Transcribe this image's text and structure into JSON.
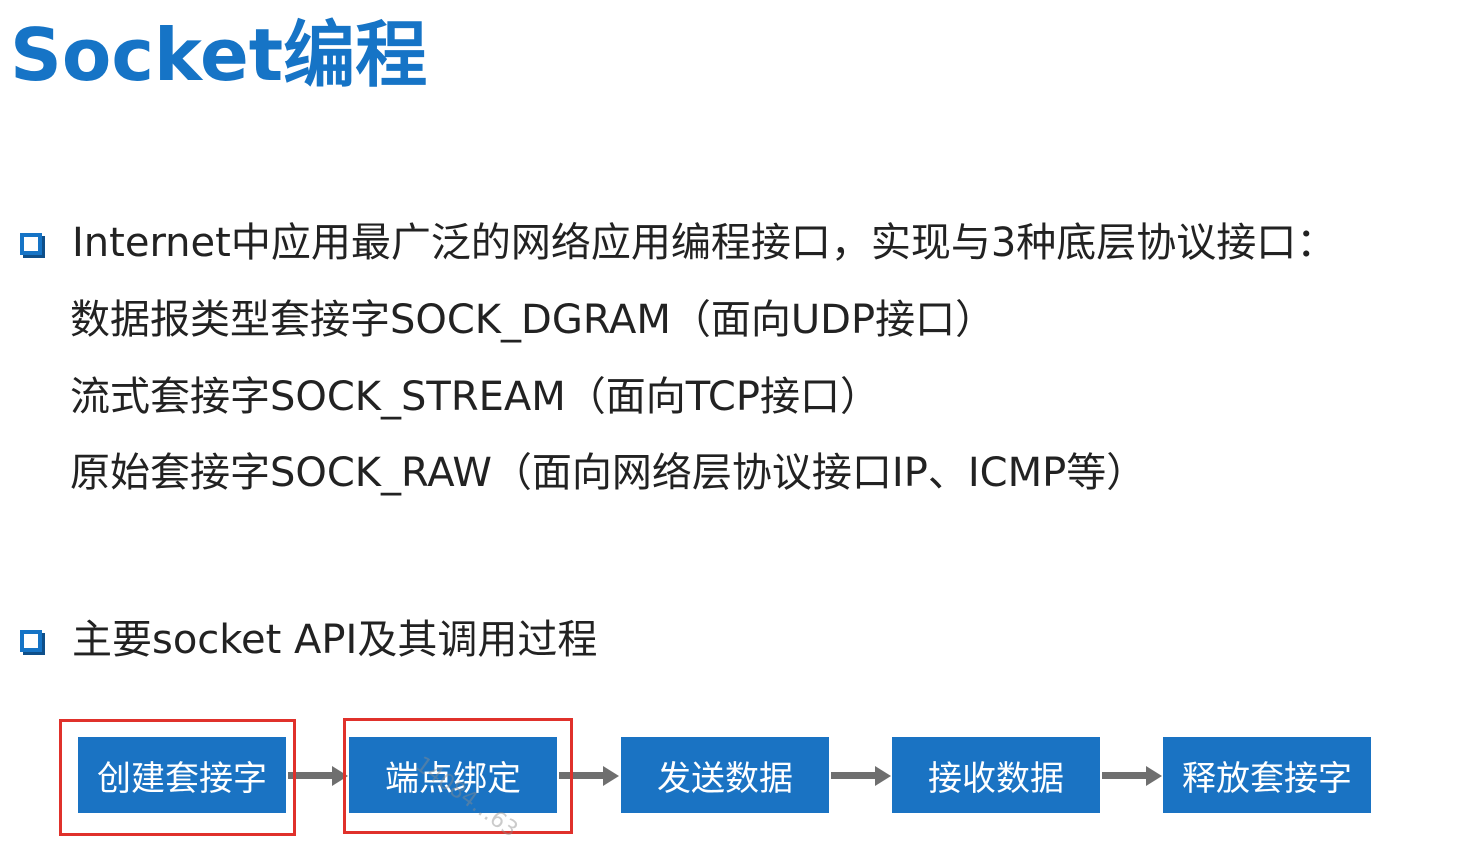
{
  "slide": {
    "title": "Socket编程",
    "bullet1": {
      "text": "Internet中应用最广泛的网络应用编程接口，实现与3种底层协议接口：",
      "sub_items": [
        "数据报类型套接字SOCK_DGRAM（面向UDP接口）",
        "流式套接字SOCK_STREAM（面向TCP接口）",
        "原始套接字SOCK_RAW（面向网络层协议接口IP、ICMP等）"
      ]
    },
    "bullet2": {
      "text": "主要socket API及其调用过程"
    },
    "flow": {
      "steps": [
        "创建套接字",
        "端点绑定",
        "发送数据",
        "接收数据",
        "释放套接字"
      ]
    },
    "watermark": "14084…63"
  },
  "colors": {
    "title": "#1674c6",
    "box_fill": "#1a73c3",
    "arrow": "#6f6f6f",
    "highlight_frame": "#e0312b",
    "text": "#222222"
  }
}
